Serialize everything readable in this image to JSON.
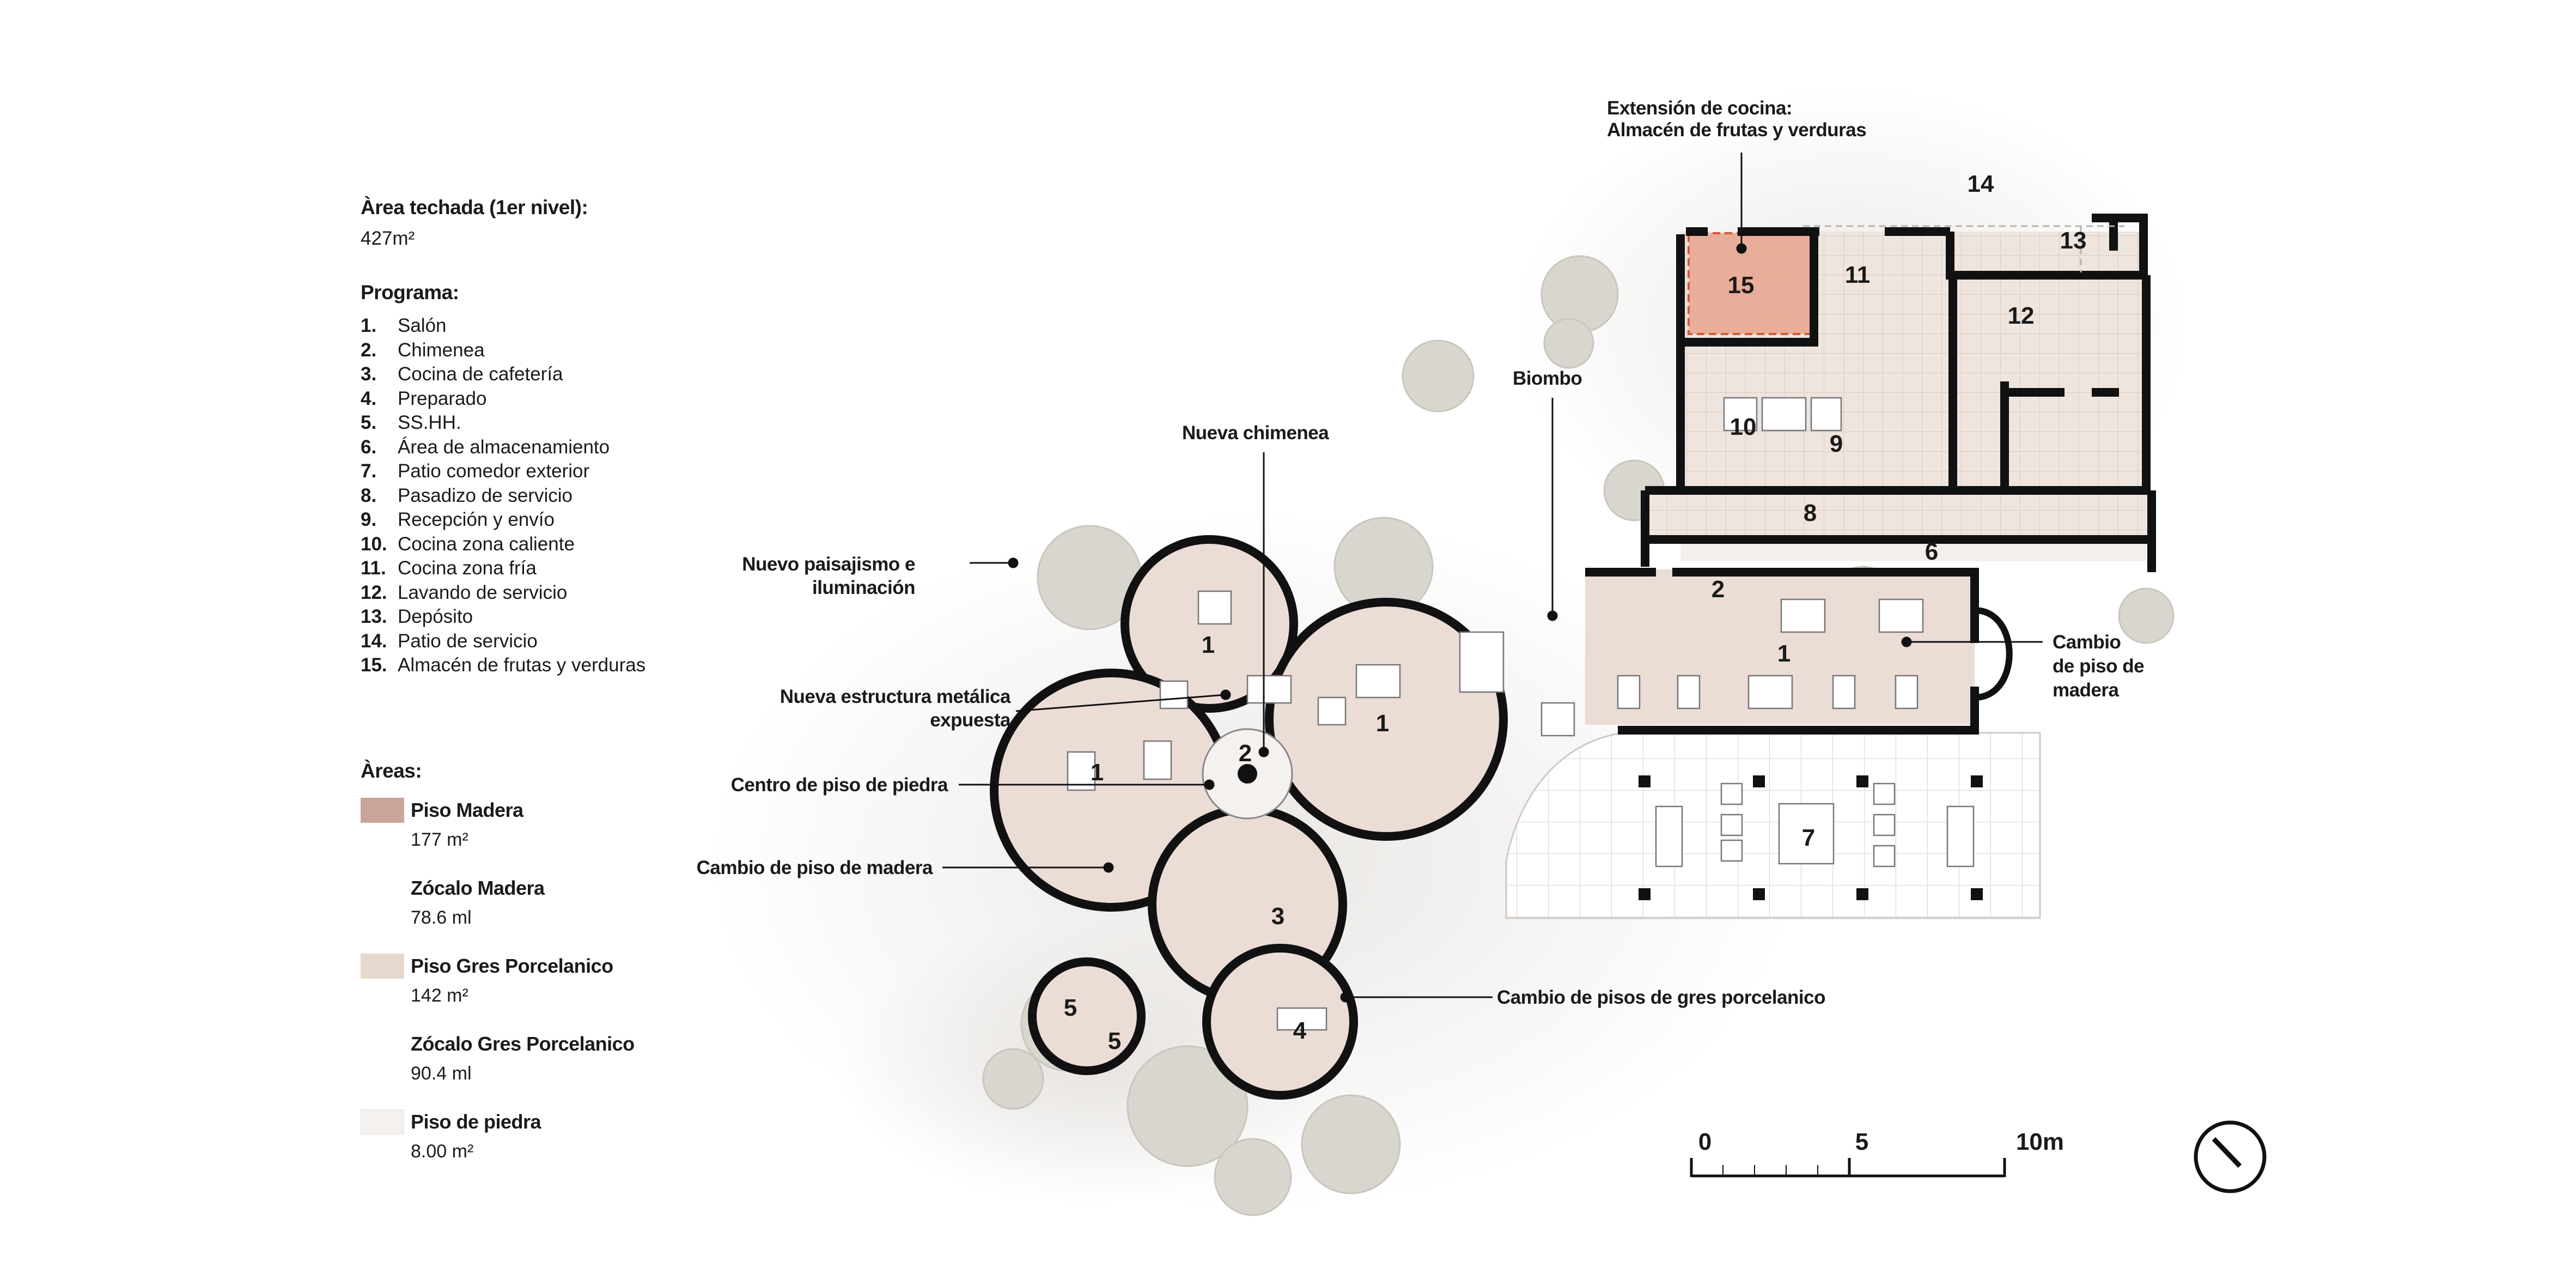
{
  "legend": {
    "area_heading": "Àrea techada (1er nivel):",
    "area_value": "427m²",
    "program_heading": "Programa:",
    "program": [
      {
        "num": "1.",
        "label": "Salón"
      },
      {
        "num": "2.",
        "label": "Chimenea"
      },
      {
        "num": "3.",
        "label": "Cocina de cafetería"
      },
      {
        "num": "4.",
        "label": "Preparado"
      },
      {
        "num": "5.",
        "label": "SS.HH."
      },
      {
        "num": "6.",
        "label": "Área de almacenamiento"
      },
      {
        "num": "7.",
        "label": "Patio comedor exterior"
      },
      {
        "num": "8.",
        "label": "Pasadizo de servicio"
      },
      {
        "num": "9.",
        "label": "Recepción y envío"
      },
      {
        "num": "10.",
        "label": "Cocina zona caliente"
      },
      {
        "num": "11.",
        "label": "Cocina zona fría"
      },
      {
        "num": "12.",
        "label": "Lavando de servicio"
      },
      {
        "num": "13.",
        "label": "Depósito"
      },
      {
        "num": "14.",
        "label": "Patio de servicio"
      },
      {
        "num": "15.",
        "label": "Almacén de frutas y verduras"
      }
    ],
    "areas_heading": "Àreas:",
    "areas": [
      {
        "name": "Piso Madera",
        "value": "177 m²",
        "color": "#c9a59a"
      },
      {
        "name": "Zócalo Madera",
        "value": "78.6 ml",
        "color": ""
      },
      {
        "name": "Piso Gres Porcelanico",
        "value": "142 m²",
        "color": "#e6d8cc"
      },
      {
        "name": "Zócalo Gres Porcelanico",
        "value": "90.4 ml",
        "color": ""
      },
      {
        "name": "Piso de piedra",
        "value": "8.00 m²",
        "color": "#f3eeea"
      }
    ]
  },
  "plan": {
    "annotations": {
      "kitchen_ext_1": "Extensión de cocina:",
      "kitchen_ext_2": "Almacén de frutas y verduras",
      "biombo": "Biombo",
      "nueva_chimenea": "Nueva chimenea",
      "paisajismo_1": "Nuevo paisajismo e",
      "paisajismo_2": "iluminación",
      "estructura_1": "Nueva estructura metálica",
      "estructura_2": "expuesta",
      "centro_piedra": "Centro de piso de piedra",
      "cambio_madera_left": "Cambio de piso de madera",
      "cambio_madera_r1": "Cambio",
      "cambio_madera_r2": "de piso de",
      "cambio_madera_r3": "madera",
      "cambio_gres": "Cambio de pisos de gres porcelanico"
    },
    "rooms": {
      "r1a": "1",
      "r1b": "1",
      "r1c": "1",
      "r1d": "1",
      "r2a": "2",
      "r2b": "2",
      "r3": "3",
      "r4": "4",
      "r5a": "5",
      "r5b": "5",
      "r6": "6",
      "r7": "7",
      "r8": "8",
      "r9": "9",
      "r10": "10",
      "r11": "11",
      "r12": "12",
      "r13": "13",
      "r14": "14",
      "r15": "15"
    },
    "scale": {
      "s0": "0",
      "s5": "5",
      "s10": "10m"
    },
    "colors": {
      "wood": "#ebdcd6",
      "gres": "#efe5df",
      "ext": "#e8a48d",
      "wall": "#111111"
    }
  }
}
